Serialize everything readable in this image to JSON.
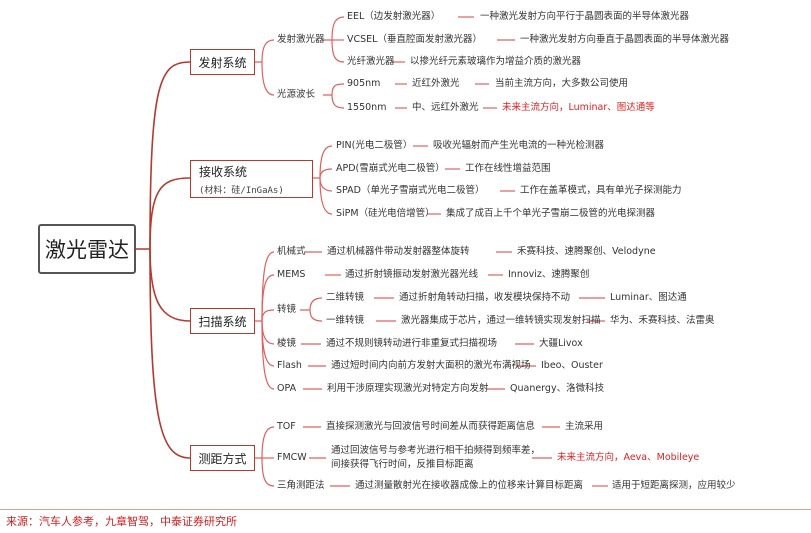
{
  "root": "激光雷达",
  "branches": {
    "emit": {
      "title": "发射系统",
      "lasers_label": "发射激光器",
      "lasers": [
        {
          "name": "EEL（边发射激光器）",
          "desc": "一种激光发射方向平行于晶圆表面的半导体激光器"
        },
        {
          "name": "VCSEL（垂直腔面发射激光器）",
          "desc": "一种激光发射方向垂直于晶圆表面的半导体激光器"
        },
        {
          "name": "光纤激光器",
          "desc": "以掺光纤元素玻璃作为增益介质的激光器"
        }
      ],
      "wave_label": "光源波长",
      "waves": [
        {
          "name": "905nm",
          "type": "近红外激光",
          "desc": "当前主流方向，大多数公司使用"
        },
        {
          "name": "1550nm",
          "type": "中、远红外激光",
          "desc": "未来主流方向，Luminar、图达通等"
        }
      ]
    },
    "receive": {
      "title": "接收系统",
      "subtitle": "(材料：硅/InGaAs)",
      "items": [
        {
          "name": "PIN(光电二极管）",
          "desc": "吸收光辐射而产生光电流的一种光检测器"
        },
        {
          "name": "APD(雪崩式光电二极管）",
          "desc": "工作在线性增益范围"
        },
        {
          "name": "SPAD（单光子雪崩式光电二极管）",
          "desc": "工作在盖革模式，具有单光子探测能力"
        },
        {
          "name": "SiPM（硅光电倍增管）",
          "desc": "集成了成百上千个单光子雪崩二极管的光电探测器"
        }
      ]
    },
    "scan": {
      "title": "扫描系统",
      "mech": {
        "name": "机械式",
        "desc": "通过机械器件带动发射器整体旋转",
        "cos": "禾赛科技、速腾聚创、Velodyne"
      },
      "mems": {
        "name": "MEMS",
        "desc": "通过折射镜振动发射激光器光线",
        "cos": "Innoviz、速腾聚创"
      },
      "mirror": {
        "name": "转镜",
        "sub": [
          {
            "name": "二维转镜",
            "desc": "通过折射角转动扫描，收发模块保持不动",
            "cos": "Luminar、图达通"
          },
          {
            "name": "一维转镜",
            "desc": "激光器集成于芯片，通过一维转镜实现发射扫描",
            "cos": "华为、禾赛科技、法雷奥"
          }
        ]
      },
      "prism": {
        "name": "棱镜",
        "desc": "通过不规则镜转动进行非重复式扫描视场",
        "cos": "大疆Livox"
      },
      "flash": {
        "name": "Flash",
        "desc": "通过短时间内向前方发射大面积的激光布满视场",
        "cos": "Ibeo、Ouster"
      },
      "opa": {
        "name": "OPA",
        "desc": "利用干涉原理实现激光对特定方向发射",
        "cos": "Quanergy、洛微科技"
      }
    },
    "range": {
      "title": "测距方式",
      "tof": {
        "name": "TOF",
        "desc": "直接探测激光与回波信号时间差从而获得距离信息",
        "note": "主流采用"
      },
      "fmcw": {
        "name": "FMCW",
        "desc1": "通过回波信号与参考光进行相干拍频得到频率差，",
        "desc2": "间接获得飞行时间，反推目标距离",
        "note": "未来主流方向，Aeva、Mobileye"
      },
      "tri": {
        "name": "三角测距法",
        "desc": "通过测量散射光在接收器成像上的位移来计算目标距离",
        "note": "适用于短距离探测，应用较少"
      }
    }
  },
  "source": "来源：汽车人参考，九章智驾，中泰证券研究所",
  "colors": {
    "branch": "#b33a2e",
    "leaf": "#e06060",
    "highlight": "#e02020"
  }
}
